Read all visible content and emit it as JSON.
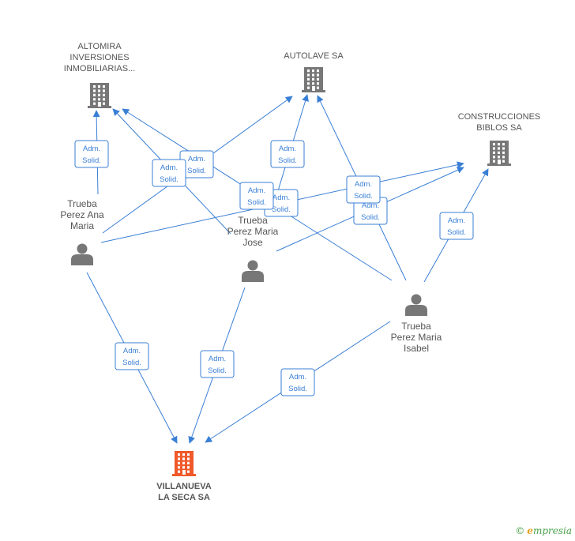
{
  "diagram": {
    "companies": [
      {
        "id": "altomira",
        "lines": [
          "ALTOMIRA",
          "INVERSIONES",
          "INMOBILIARIAS..."
        ],
        "color": "#777777",
        "main": false
      },
      {
        "id": "autolave",
        "lines": [
          "AUTOLAVE SA"
        ],
        "color": "#777777",
        "main": false
      },
      {
        "id": "construcciones",
        "lines": [
          "CONSTRUCCIONES",
          "BIBLOS SA"
        ],
        "color": "#777777",
        "main": false
      },
      {
        "id": "villanueva",
        "lines": [
          "VILLANUEVA",
          "LA SECA SA"
        ],
        "color": "#f0592a",
        "main": true
      }
    ],
    "persons": [
      {
        "id": "ana",
        "lines": [
          "Trueba",
          "Perez Ana",
          "Maria"
        ]
      },
      {
        "id": "jose",
        "lines": [
          "Trueba",
          "Perez Maria",
          "Jose"
        ]
      },
      {
        "id": "isabel",
        "lines": [
          "Trueba",
          "Perez Maria",
          "Isabel"
        ]
      }
    ],
    "edges": [
      {
        "from": "ana",
        "to": "altomira",
        "label": [
          "Adm.",
          "Solid."
        ]
      },
      {
        "from": "ana",
        "to": "autolave",
        "label": [
          "Adm.",
          "Solid."
        ]
      },
      {
        "from": "ana",
        "to": "construcciones",
        "label": [
          "Adm.",
          "Solid."
        ]
      },
      {
        "from": "ana",
        "to": "villanueva",
        "label": [
          "Adm.",
          "Solid."
        ]
      },
      {
        "from": "jose",
        "to": "altomira",
        "label": [
          "Adm.",
          "Solid."
        ]
      },
      {
        "from": "jose",
        "to": "autolave",
        "label": [
          "Adm.",
          "Solid."
        ]
      },
      {
        "from": "jose",
        "to": "construcciones",
        "label": [
          "Adm.",
          "Solid."
        ]
      },
      {
        "from": "jose",
        "to": "villanueva",
        "label": [
          "Adm.",
          "Solid."
        ]
      },
      {
        "from": "isabel",
        "to": "altomira",
        "label": [
          "Adm.",
          "Solid."
        ]
      },
      {
        "from": "isabel",
        "to": "autolave",
        "label": [
          "Adm.",
          "Solid."
        ]
      },
      {
        "from": "isabel",
        "to": "construcciones",
        "label": [
          "Adm.",
          "Solid."
        ]
      },
      {
        "from": "isabel",
        "to": "villanueva",
        "label": [
          "Adm.",
          "Solid."
        ]
      }
    ],
    "edge_color": "#3a7fd5",
    "person_icon_color": "#777777",
    "label_color": "#555555"
  },
  "watermark": {
    "copyright": "©",
    "brand_initial": "e",
    "brand_rest": "mpresia"
  }
}
